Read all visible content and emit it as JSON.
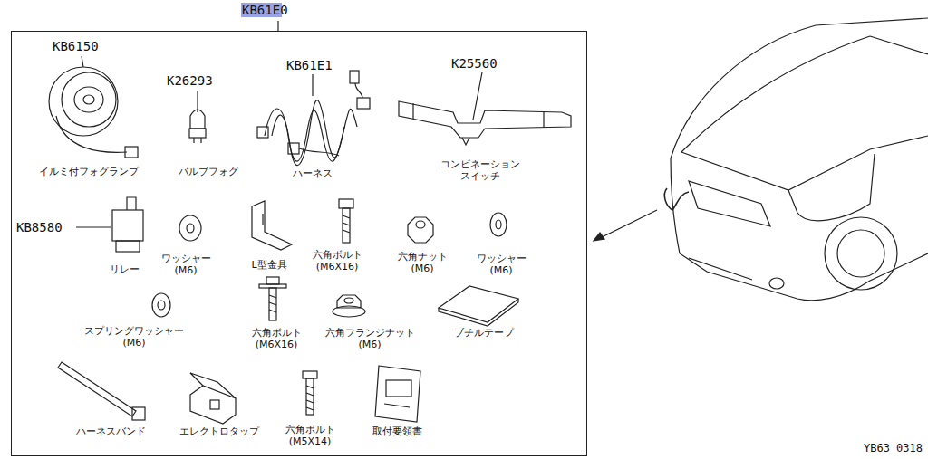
{
  "diagram": {
    "nodes": [
      {
        "text": [
          "KB61E0"
        ]
      }
    ],
    "labels": [
      "KB6150",
      "イルミ付フォグランプ",
      "K26293",
      "バルブフォグ",
      "KB61E1",
      "ハーネス",
      "K25560",
      "コンビネーション スイッチ",
      "KB8580",
      "リレー",
      "ワッシャー (M6)",
      "L型金具",
      "六角ボルト (M6X16)",
      "六角ナット (M6)",
      "ワッシャー (M6)",
      "スプリングワッシャー (M6)",
      "六角ボルト (M6X16)",
      "六角フランジナット (M6)",
      "ブチルテープ",
      "ハーネスバンド",
      "エレクトロタップ",
      "六角ボルト (M5X14)",
      "取付要領書",
      "YB63 0318"
    ]
  }
}
